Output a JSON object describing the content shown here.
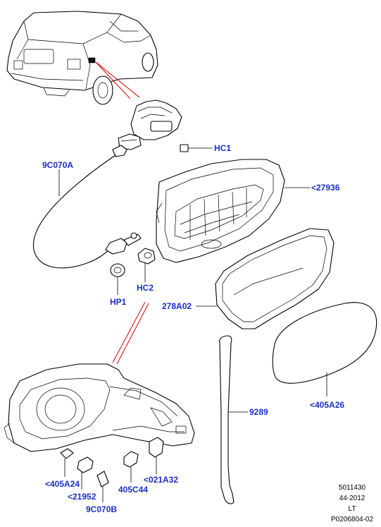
{
  "callouts": {
    "hc1": "HC1",
    "c9c070a": "9C070A",
    "c27936": "<27936",
    "hp1": "HP1",
    "hc2": "HC2",
    "c278a02": "278A02",
    "c9289": "9289",
    "c405a26": "<405A26",
    "c405a24": "<405A24",
    "c21952": "<21952",
    "c9c070b": "9C070B",
    "c405c44": "405C44",
    "c021a32": "<021A32"
  },
  "meta": {
    "line1": "5011430",
    "line2": "44-2012",
    "line3": "LT",
    "line4": "P0206804-02"
  },
  "colors": {
    "callout": "#1a2fc4",
    "highlight": "#d40000"
  }
}
